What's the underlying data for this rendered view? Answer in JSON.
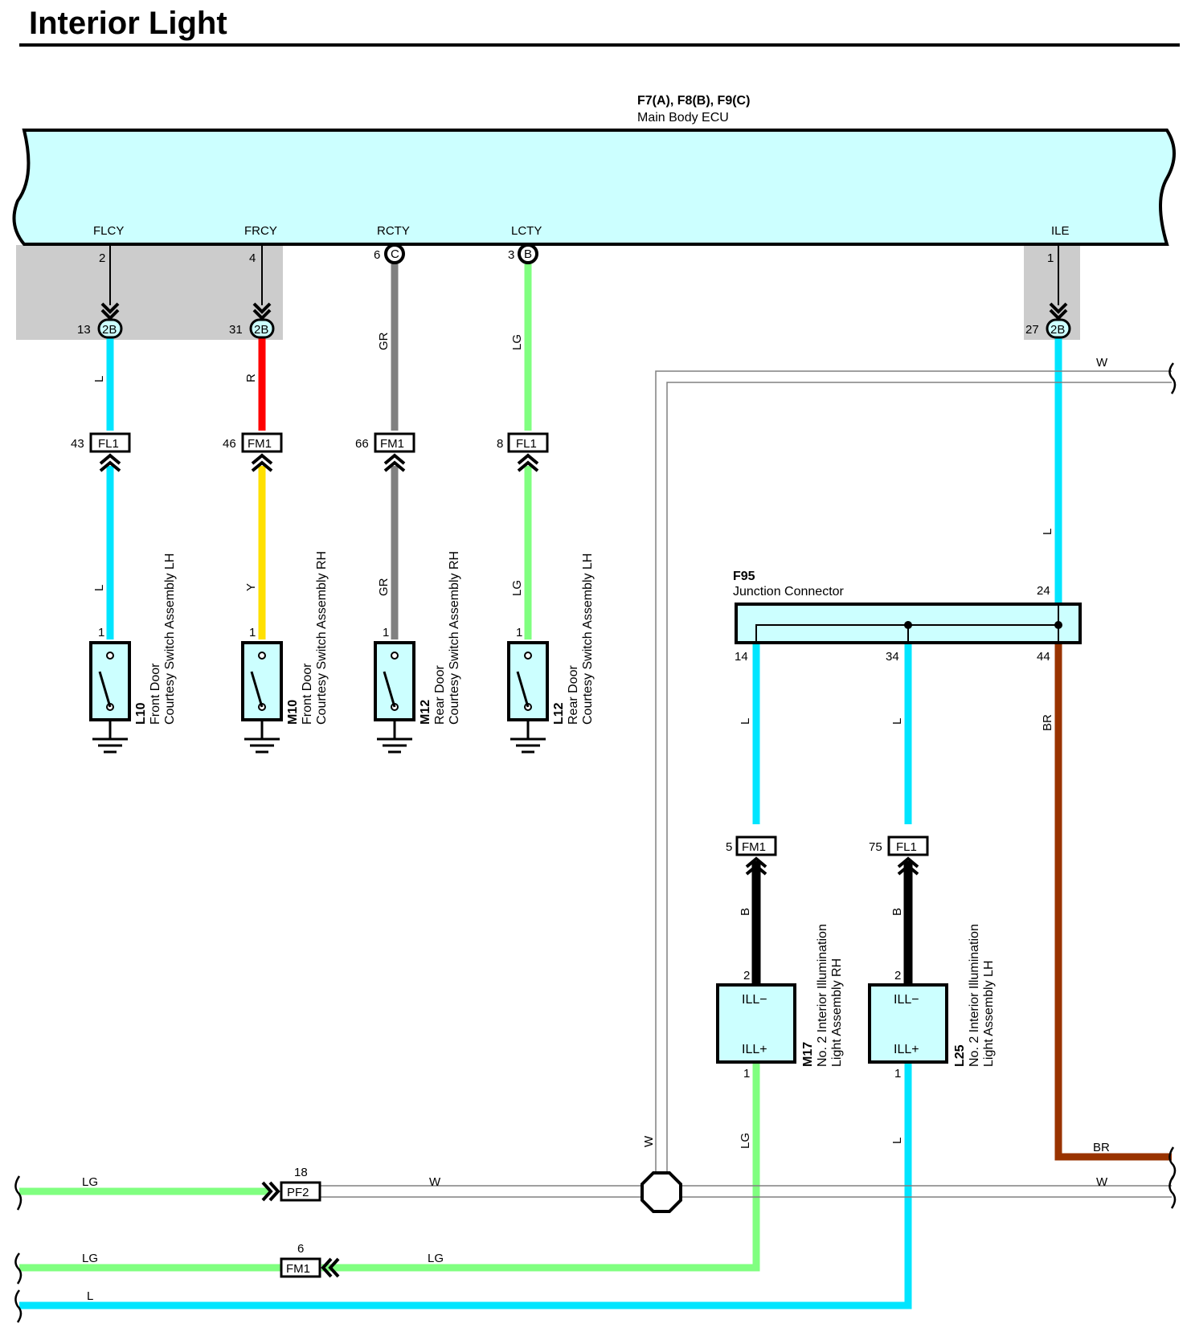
{
  "title": "Interior Light",
  "colors": {
    "ecu_fill": "#ccffff",
    "shade": "#cccccc",
    "L": "#00e5ff",
    "R": "#ff0000",
    "Y": "#ffe000",
    "GR": "#808080",
    "LG": "#80ff80",
    "B": "#000000",
    "BR": "#993300",
    "W": "#ffffff"
  },
  "ecu": {
    "id": "F7(A), F8(B), F9(C)",
    "name": "Main Body ECU",
    "terminals": [
      "FLCY",
      "FRCY",
      "RCTY",
      "LCTY",
      "ILE"
    ],
    "pins": [
      "2",
      "4",
      "6",
      "3",
      "1"
    ],
    "pin_tags": [
      "C",
      "B"
    ]
  },
  "jc_2b": {
    "label": "2B",
    "pins": [
      "13",
      "31",
      "27"
    ]
  },
  "inline_connectors": [
    {
      "pin": "43",
      "name": "FL1"
    },
    {
      "pin": "46",
      "name": "FM1"
    },
    {
      "pin": "66",
      "name": "FM1"
    },
    {
      "pin": "8",
      "name": "FL1"
    },
    {
      "pin": "5",
      "name": "FM1"
    },
    {
      "pin": "75",
      "name": "FL1"
    },
    {
      "pin": "18",
      "name": "PF2"
    },
    {
      "pin": "6",
      "name": "FM1"
    }
  ],
  "wire_colors": {
    "flcy_upper": "L",
    "flcy_lower": "L",
    "frcy_upper": "R",
    "frcy_lower": "Y",
    "rcty_upper": "GR",
    "rcty_lower": "GR",
    "lcty_upper": "LG",
    "lcty_lower": "LG",
    "ile_top_w": "W",
    "ile_down": "L",
    "jc14": "L",
    "jc34": "L",
    "jc44": "BR",
    "m17_b": "B",
    "l25_b": "B",
    "m17_out": "LG",
    "l25_out": "L",
    "w_vert": "W",
    "br_out": "BR",
    "bottom1_left": "LG",
    "bottom1_mid": "W",
    "bottom1_right": "W",
    "bottom2_left": "LG",
    "bottom2_mid": "LG",
    "bottom3": "L"
  },
  "switches": [
    {
      "code": "L10",
      "line1": "Front Door",
      "line2": "Courtesy Switch Assembly LH",
      "pin": "1"
    },
    {
      "code": "M10",
      "line1": "Front Door",
      "line2": "Courtesy Switch Assembly RH",
      "pin": "1"
    },
    {
      "code": "M12",
      "line1": "Rear Door",
      "line2": "Courtesy Switch Assembly RH",
      "pin": "1"
    },
    {
      "code": "L12",
      "line1": "Rear Door",
      "line2": "Courtesy Switch Assembly LH",
      "pin": "1"
    }
  ],
  "junction": {
    "id": "F95",
    "name": "Junction Connector",
    "pins": [
      "24",
      "14",
      "34",
      "44"
    ]
  },
  "lights": [
    {
      "code": "M17",
      "line1": "No. 2 Interior Illumination",
      "line2": "Light Assembly RH",
      "term_top": "ILL−",
      "term_bot": "ILL+",
      "pin_top": "2",
      "pin_bot": "1"
    },
    {
      "code": "L25",
      "line1": "No. 2 Interior Illumination",
      "line2": "Light Assembly LH",
      "term_top": "ILL−",
      "term_bot": "ILL+",
      "pin_top": "2",
      "pin_bot": "1"
    }
  ]
}
